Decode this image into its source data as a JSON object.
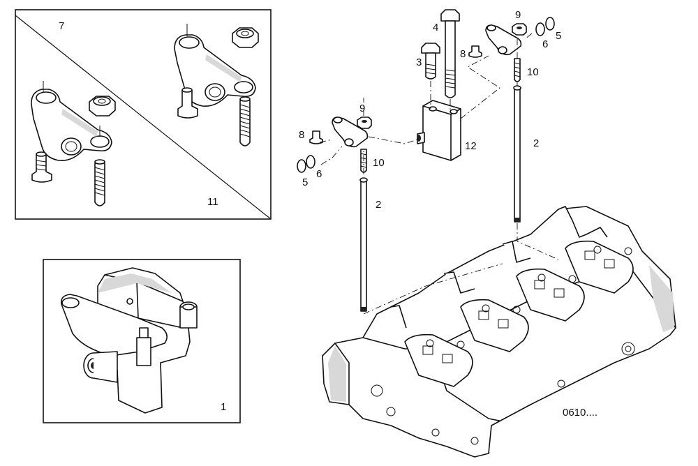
{
  "labels": {
    "l7": "7",
    "l11": "11",
    "l1": "1",
    "l4": "4",
    "l9a": "9",
    "l6a": "6",
    "l5a": "5",
    "l3": "3",
    "l8a": "8",
    "l10a": "10",
    "l2a": "2",
    "l12": "12",
    "l9b": "9",
    "l8b": "8",
    "l5b": "5",
    "l6b": "6",
    "l10b": "10",
    "l2b": "2"
  },
  "drawing_code": "0610....",
  "colors": {
    "line": "#111111",
    "shade": "#d8d8d8",
    "background": "#ffffff"
  }
}
